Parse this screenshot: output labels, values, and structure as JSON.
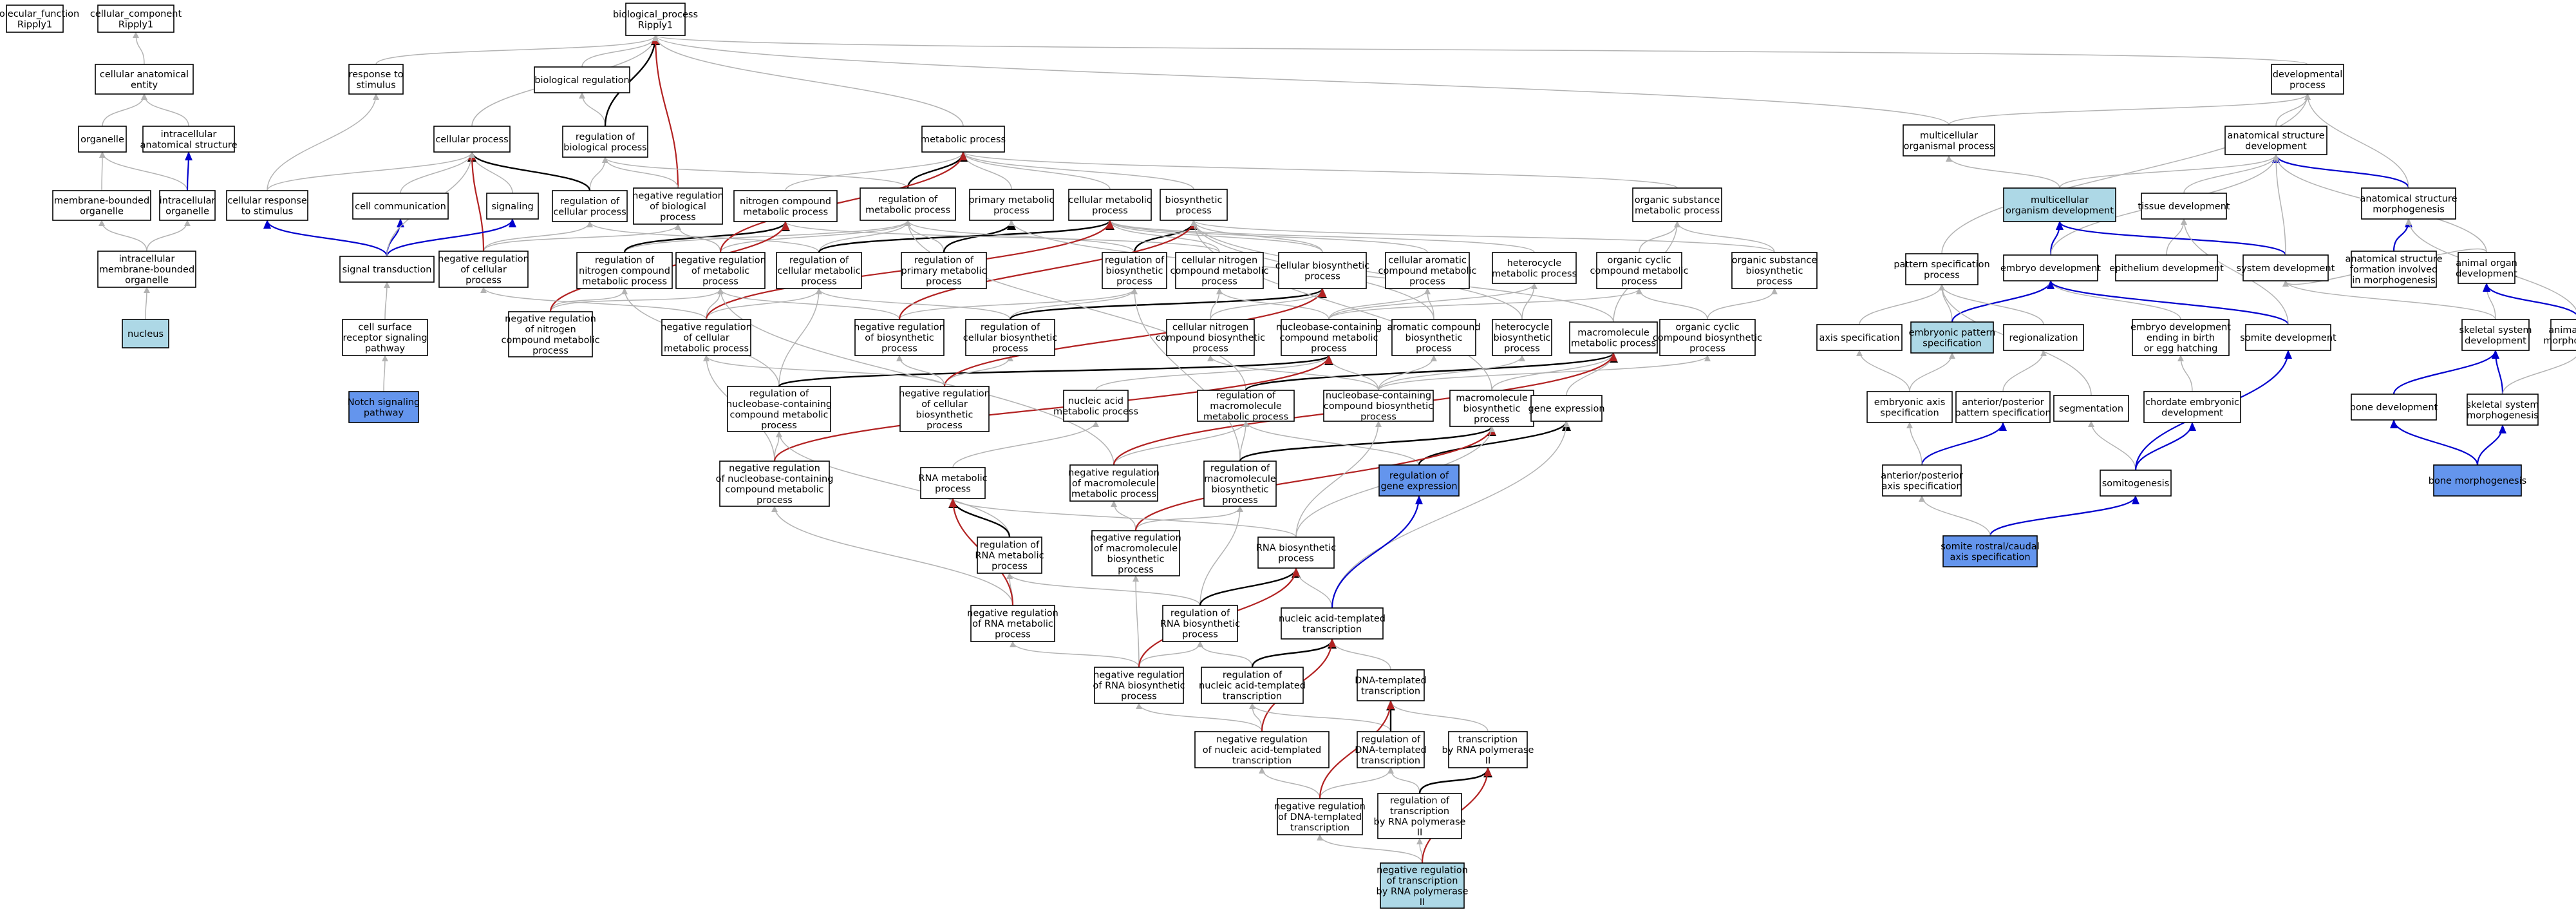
{
  "colors": {
    "node_fill": "#ffffff",
    "node_stroke": "#000000",
    "highlight_light": "#add8e6",
    "highlight_strong": "#6495ed",
    "edge_is_a": "#b3b3b3",
    "edge_part_of": "#000000",
    "edge_negative": "#b22222",
    "edge_positive": "#0000cd"
  },
  "nodes": [
    {
      "id": "mf",
      "lines": [
        "molecular_function",
        "Ripply1"
      ]
    },
    {
      "id": "cc",
      "lines": [
        "cellular_component",
        "Ripply1"
      ]
    },
    {
      "id": "bp",
      "lines": [
        "biological_process",
        "Ripply1"
      ]
    },
    {
      "id": "resp",
      "lines": [
        "response to",
        "stimulus"
      ]
    },
    {
      "id": "bioreg",
      "lines": [
        "biological regulation"
      ]
    },
    {
      "id": "devproc",
      "lines": [
        "developmental",
        "process"
      ]
    },
    {
      "id": "cae",
      "lines": [
        "cellular anatomical",
        "entity"
      ]
    },
    {
      "id": "organelle",
      "lines": [
        "organelle"
      ]
    },
    {
      "id": "ias",
      "lines": [
        "intracellular",
        "anatomical structure"
      ]
    },
    {
      "id": "cellproc",
      "lines": [
        "cellular process"
      ]
    },
    {
      "id": "regbp",
      "lines": [
        "regulation of",
        "biological process"
      ]
    },
    {
      "id": "metproc",
      "lines": [
        "metabolic process"
      ]
    },
    {
      "id": "multiproc",
      "lines": [
        "multicellular",
        "organismal process"
      ]
    },
    {
      "id": "asdev",
      "lines": [
        "anatomical structure",
        "development"
      ]
    },
    {
      "id": "mbo",
      "lines": [
        "membrane-bounded",
        "organelle"
      ]
    },
    {
      "id": "io",
      "lines": [
        "intracellular",
        "organelle"
      ]
    },
    {
      "id": "crs",
      "lines": [
        "cellular response",
        "to stimulus"
      ]
    },
    {
      "id": "cellcomm",
      "lines": [
        "cell communication"
      ]
    },
    {
      "id": "signaling",
      "lines": [
        "signaling"
      ]
    },
    {
      "id": "regcp",
      "lines": [
        "regulation of",
        "cellular process"
      ]
    },
    {
      "id": "negregbp",
      "lines": [
        "negative regulation",
        "of biological",
        "process"
      ]
    },
    {
      "id": "ncmp",
      "lines": [
        "nitrogen compound",
        "metabolic process"
      ]
    },
    {
      "id": "regmp",
      "lines": [
        "regulation of",
        "metabolic process"
      ]
    },
    {
      "id": "pmp",
      "lines": [
        "primary metabolic",
        "process"
      ]
    },
    {
      "id": "cmp",
      "lines": [
        "cellular metabolic",
        "process"
      ]
    },
    {
      "id": "bsp",
      "lines": [
        "biosynthetic",
        "process"
      ]
    },
    {
      "id": "osmp",
      "lines": [
        "organic substance",
        "metabolic process"
      ]
    },
    {
      "id": "mod",
      "lines": [
        "multicellular",
        "organism development"
      ]
    },
    {
      "id": "tissdev",
      "lines": [
        "tissue development"
      ]
    },
    {
      "id": "asmorph",
      "lines": [
        "anatomical structure",
        "morphogenesis"
      ]
    },
    {
      "id": "imbo",
      "lines": [
        "intracellular",
        "membrane-bounded",
        "organelle"
      ]
    },
    {
      "id": "sigtrans",
      "lines": [
        "signal transduction"
      ]
    },
    {
      "id": "negregcp",
      "lines": [
        "negative regulation",
        "of cellular",
        "process"
      ]
    },
    {
      "id": "regncmp",
      "lines": [
        "regulation of",
        "nitrogen compound",
        "metabolic process"
      ]
    },
    {
      "id": "negregmp",
      "lines": [
        "negative regulation",
        "of metabolic",
        "process"
      ]
    },
    {
      "id": "regcmp",
      "lines": [
        "regulation of",
        "cellular metabolic",
        "process"
      ]
    },
    {
      "id": "regpmp",
      "lines": [
        "regulation of",
        "primary metabolic",
        "process"
      ]
    },
    {
      "id": "regbsp",
      "lines": [
        "regulation of",
        "biosynthetic",
        "process"
      ]
    },
    {
      "id": "cncbp",
      "lines": [
        "cellular nitrogen",
        "compound metabolic",
        "process"
      ]
    },
    {
      "id": "cbp",
      "lines": [
        "cellular biosynthetic",
        "process"
      ]
    },
    {
      "id": "cacmp",
      "lines": [
        "cellular aromatic",
        "compound metabolic",
        "process"
      ]
    },
    {
      "id": "hmp",
      "lines": [
        "heterocycle",
        "metabolic process"
      ]
    },
    {
      "id": "occmp",
      "lines": [
        "organic cyclic",
        "compound metabolic",
        "process"
      ]
    },
    {
      "id": "osbp",
      "lines": [
        "organic substance",
        "biosynthetic",
        "process"
      ]
    },
    {
      "id": "patspec",
      "lines": [
        "pattern specification",
        "process"
      ]
    },
    {
      "id": "embdev",
      "lines": [
        "embryo development"
      ]
    },
    {
      "id": "epidev",
      "lines": [
        "epithelium development"
      ]
    },
    {
      "id": "sysdev",
      "lines": [
        "system development"
      ]
    },
    {
      "id": "asfim",
      "lines": [
        "anatomical structure",
        "formation involved",
        "in morphogenesis"
      ]
    },
    {
      "id": "aod",
      "lines": [
        "animal organ",
        "development"
      ]
    },
    {
      "id": "csrsp",
      "lines": [
        "cell surface",
        "receptor signaling",
        "pathway"
      ]
    },
    {
      "id": "negregncmp",
      "lines": [
        "negative regulation",
        "of nitrogen",
        "compound metabolic",
        "process"
      ]
    },
    {
      "id": "negregcmp",
      "lines": [
        "negative regulation",
        "of cellular",
        "metabolic process"
      ]
    },
    {
      "id": "negregbsp",
      "lines": [
        "negative regulation",
        "of biosynthetic",
        "process"
      ]
    },
    {
      "id": "regcbp",
      "lines": [
        "regulation of",
        "cellular biosynthetic",
        "process"
      ]
    },
    {
      "id": "cncbsp",
      "lines": [
        "cellular nitrogen",
        "compound biosynthetic",
        "process"
      ]
    },
    {
      "id": "nbcmp",
      "lines": [
        "nucleobase-containing",
        "compound metabolic",
        "process"
      ]
    },
    {
      "id": "acbp",
      "lines": [
        "aromatic compound",
        "biosynthetic",
        "process"
      ]
    },
    {
      "id": "hbp",
      "lines": [
        "heterocycle",
        "biosynthetic",
        "process"
      ]
    },
    {
      "id": "macmp",
      "lines": [
        "macromolecule",
        "metabolic process"
      ]
    },
    {
      "id": "occbp",
      "lines": [
        "organic cyclic",
        "compound biosynthetic",
        "process"
      ]
    },
    {
      "id": "axisspec",
      "lines": [
        "axis specification"
      ]
    },
    {
      "id": "embpat",
      "lines": [
        "embryonic pattern",
        "specification"
      ]
    },
    {
      "id": "regionalization",
      "lines": [
        "regionalization"
      ]
    },
    {
      "id": "edebeh",
      "lines": [
        "embryo development",
        "ending in birth",
        "or egg hatching"
      ]
    },
    {
      "id": "somdev",
      "lines": [
        "somite development"
      ]
    },
    {
      "id": "ssdev",
      "lines": [
        "skeletal system",
        "development"
      ]
    },
    {
      "id": "aom",
      "lines": [
        "animal organ",
        "morphogenesis"
      ]
    },
    {
      "id": "nucleus",
      "lines": [
        "nucleus"
      ]
    },
    {
      "id": "notch",
      "lines": [
        "Notch signaling",
        "pathway"
      ]
    },
    {
      "id": "regnbcmp",
      "lines": [
        "regulation of",
        "nucleobase-containing",
        "compound metabolic",
        "process"
      ]
    },
    {
      "id": "negregcbp",
      "lines": [
        "negative regulation",
        "of cellular",
        "biosynthetic",
        "process"
      ]
    },
    {
      "id": "namp",
      "lines": [
        "nucleic acid",
        "metabolic process"
      ]
    },
    {
      "id": "regmmp",
      "lines": [
        "regulation of",
        "macromolecule",
        "metabolic process"
      ]
    },
    {
      "id": "nbcbp",
      "lines": [
        "nucleobase-containing",
        "compound biosynthetic",
        "process"
      ]
    },
    {
      "id": "mbp",
      "lines": [
        "macromolecule",
        "biosynthetic",
        "process"
      ]
    },
    {
      "id": "geneexp",
      "lines": [
        "gene expression"
      ]
    },
    {
      "id": "embaxis",
      "lines": [
        "embryonic axis",
        "specification"
      ]
    },
    {
      "id": "apspec",
      "lines": [
        "anterior/posterior",
        "pattern specification"
      ]
    },
    {
      "id": "segmentation",
      "lines": [
        "segmentation"
      ]
    },
    {
      "id": "chordemb",
      "lines": [
        "chordate embryonic",
        "development"
      ]
    },
    {
      "id": "bonedev",
      "lines": [
        "bone development"
      ]
    },
    {
      "id": "ssmorph",
      "lines": [
        "skeletal system",
        "morphogenesis"
      ]
    },
    {
      "id": "negregnbcmp",
      "lines": [
        "negative regulation",
        "of nucleobase-containing",
        "compound metabolic",
        "process"
      ]
    },
    {
      "id": "rnamp",
      "lines": [
        "RNA metabolic",
        "process"
      ]
    },
    {
      "id": "negregmmp",
      "lines": [
        "negative regulation",
        "of macromolecule",
        "metabolic process"
      ]
    },
    {
      "id": "regmbp",
      "lines": [
        "regulation of",
        "macromolecule",
        "biosynthetic",
        "process"
      ]
    },
    {
      "id": "reggeneexp",
      "lines": [
        "regulation of",
        "gene expression"
      ]
    },
    {
      "id": "apaxis",
      "lines": [
        "anterior/posterior",
        "axis specification"
      ]
    },
    {
      "id": "somitogenesis",
      "lines": [
        "somitogenesis"
      ]
    },
    {
      "id": "bonemorph",
      "lines": [
        "bone morphogenesis"
      ]
    },
    {
      "id": "regrnamp",
      "lines": [
        "regulation of",
        "RNA metabolic",
        "process"
      ]
    },
    {
      "id": "negregmbp",
      "lines": [
        "negative regulation",
        "of macromolecule",
        "biosynthetic",
        "process"
      ]
    },
    {
      "id": "rnabp",
      "lines": [
        "RNA biosynthetic",
        "process"
      ]
    },
    {
      "id": "srcas",
      "lines": [
        "somite rostral/caudal",
        "axis specification"
      ]
    },
    {
      "id": "negregrnamp",
      "lines": [
        "negative regulation",
        "of RNA metabolic",
        "process"
      ]
    },
    {
      "id": "regrnabp",
      "lines": [
        "regulation of",
        "RNA biosynthetic",
        "process"
      ]
    },
    {
      "id": "natt",
      "lines": [
        "nucleic acid-templated",
        "transcription"
      ]
    },
    {
      "id": "negregrnabp",
      "lines": [
        "negative regulation",
        "of RNA biosynthetic",
        "process"
      ]
    },
    {
      "id": "regnatt",
      "lines": [
        "regulation of",
        "nucleic acid-templated",
        "transcription"
      ]
    },
    {
      "id": "dtt",
      "lines": [
        "DNA-templated",
        "transcription"
      ]
    },
    {
      "id": "negregnatt",
      "lines": [
        "negative regulation",
        "of nucleic acid-templated",
        "transcription"
      ]
    },
    {
      "id": "regdtt",
      "lines": [
        "regulation of",
        "DNA-templated",
        "transcription"
      ]
    },
    {
      "id": "trnap2",
      "lines": [
        "transcription",
        "by RNA polymerase",
        "II"
      ]
    },
    {
      "id": "negregdtt",
      "lines": [
        "negative regulation",
        "of DNA-templated",
        "transcription"
      ]
    },
    {
      "id": "regtrnap2",
      "lines": [
        "regulation of",
        "transcription",
        "by RNA polymerase",
        "II"
      ]
    },
    {
      "id": "negregtrnap2",
      "lines": [
        "negative regulation",
        "of transcription",
        "by RNA polymerase",
        "II"
      ]
    }
  ]
}
